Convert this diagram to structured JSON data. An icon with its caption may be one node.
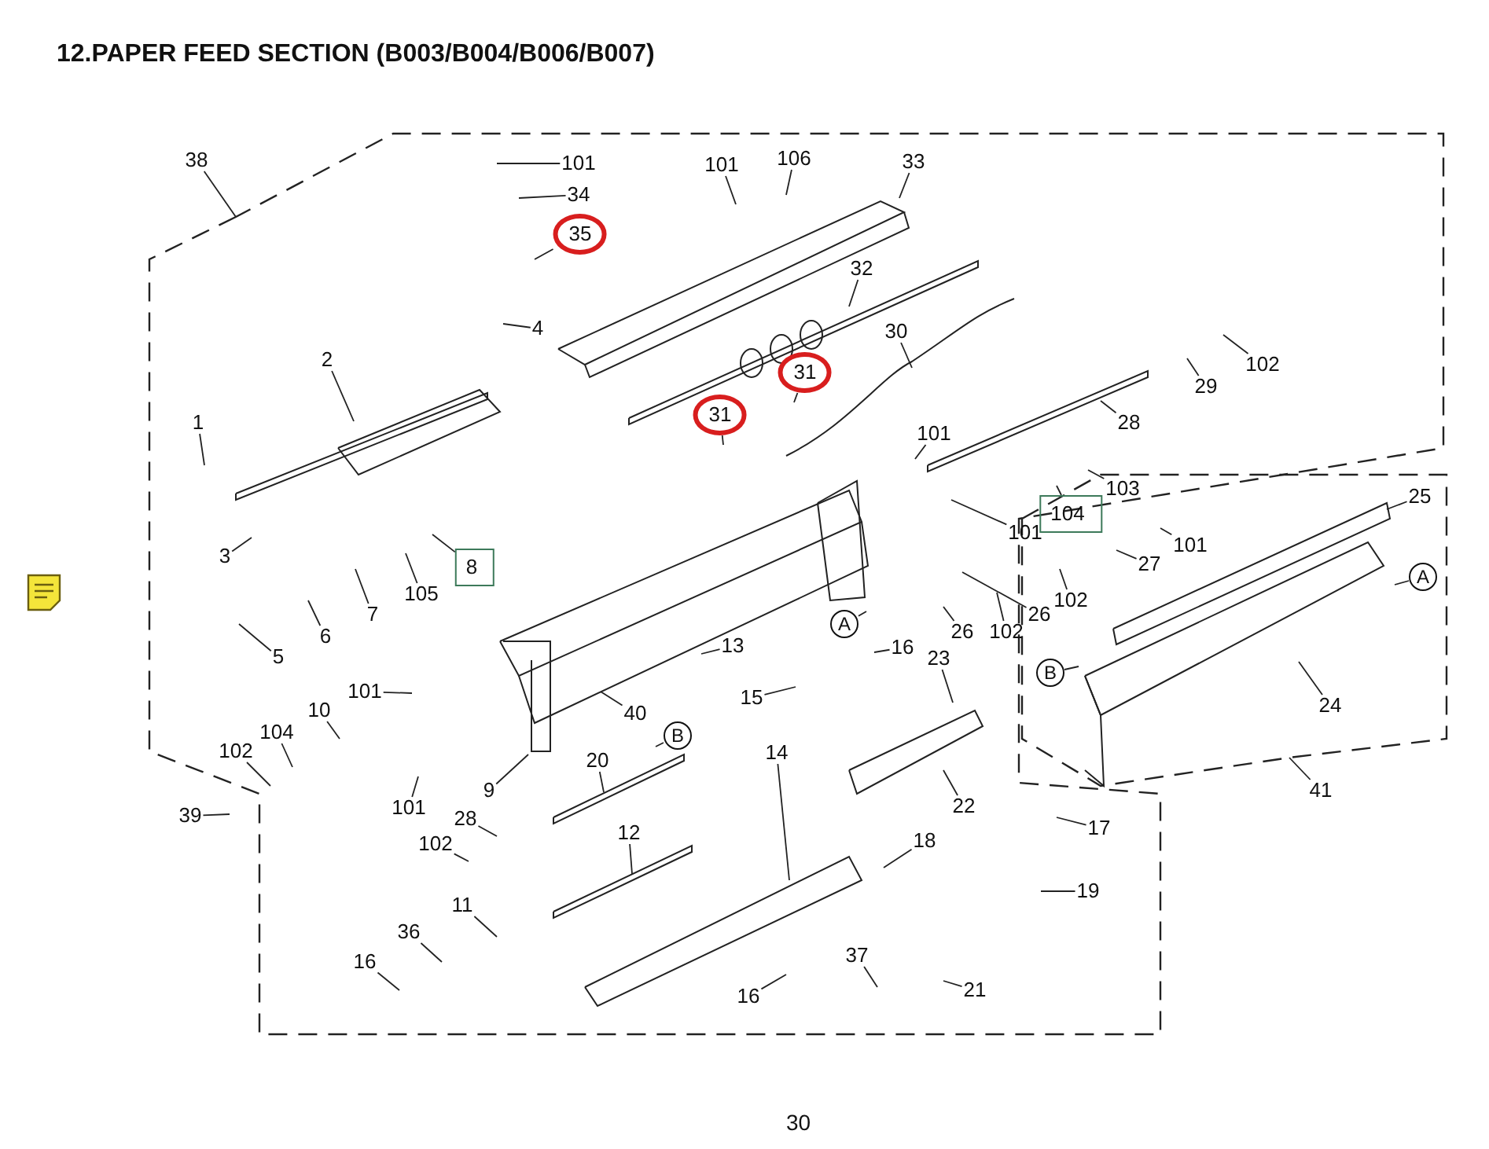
{
  "diagram": {
    "title": "12.PAPER FEED SECTION (B003/B004/B006/B007)",
    "nodes": [
      {
        "text": [
          "38"
        ]
      },
      {
        "text": [
          "101"
        ]
      },
      {
        "text": [
          "34"
        ]
      },
      {
        "text": [
          "35"
        ]
      },
      {
        "text": [
          "101"
        ]
      },
      {
        "text": [
          "106"
        ]
      },
      {
        "text": [
          "33"
        ]
      },
      {
        "text": [
          "32"
        ]
      },
      {
        "text": [
          "30"
        ]
      },
      {
        "text": [
          "31"
        ]
      },
      {
        "text": [
          "31"
        ]
      },
      {
        "text": [
          "29"
        ]
      },
      {
        "text": [
          "102"
        ]
      },
      {
        "text": [
          "28"
        ]
      },
      {
        "text": [
          "101"
        ]
      },
      {
        "text": [
          "103"
        ]
      },
      {
        "text": [
          "104"
        ]
      },
      {
        "text": [
          "101"
        ]
      },
      {
        "text": [
          "27"
        ]
      },
      {
        "text": [
          "101"
        ]
      },
      {
        "text": [
          "25"
        ]
      },
      {
        "text": [
          "102"
        ]
      },
      {
        "text": [
          "26"
        ]
      },
      {
        "text": [
          "102"
        ]
      },
      {
        "text": [
          "26"
        ]
      },
      {
        "text": [
          "A"
        ]
      },
      {
        "text": [
          "B"
        ]
      },
      {
        "text": [
          "24"
        ]
      },
      {
        "text": [
          "41"
        ]
      },
      {
        "text": [
          "2"
        ]
      },
      {
        "text": [
          "4"
        ]
      },
      {
        "text": [
          "1"
        ]
      },
      {
        "text": [
          "3"
        ]
      },
      {
        "text": [
          "8"
        ]
      },
      {
        "text": [
          "105"
        ]
      },
      {
        "text": [
          "7"
        ]
      },
      {
        "text": [
          "6"
        ]
      },
      {
        "text": [
          "5"
        ]
      },
      {
        "text": [
          "13"
        ]
      },
      {
        "text": [
          "A"
        ]
      },
      {
        "text": [
          "16"
        ]
      },
      {
        "text": [
          "15"
        ]
      },
      {
        "text": [
          "23"
        ]
      },
      {
        "text": [
          "101"
        ]
      },
      {
        "text": [
          "40"
        ]
      },
      {
        "text": [
          "B"
        ]
      },
      {
        "text": [
          "10"
        ]
      },
      {
        "text": [
          "104"
        ]
      },
      {
        "text": [
          "102"
        ]
      },
      {
        "text": [
          "39"
        ]
      },
      {
        "text": [
          "101"
        ]
      },
      {
        "text": [
          "9"
        ]
      },
      {
        "text": [
          "20"
        ]
      },
      {
        "text": [
          "14"
        ]
      },
      {
        "text": [
          "22"
        ]
      },
      {
        "text": [
          "17"
        ]
      },
      {
        "text": [
          "18"
        ]
      },
      {
        "text": [
          "28"
        ]
      },
      {
        "text": [
          "102"
        ]
      },
      {
        "text": [
          "12"
        ]
      },
      {
        "text": [
          "19"
        ]
      },
      {
        "text": [
          "11"
        ]
      },
      {
        "text": [
          "36"
        ]
      },
      {
        "text": [
          "16"
        ]
      },
      {
        "text": [
          "37"
        ]
      },
      {
        "text": [
          "21"
        ]
      },
      {
        "text": [
          "16"
        ]
      }
    ],
    "edges": [
      {
        "from": 0,
        "to": null,
        "arrow": "none"
      },
      {
        "from": 1,
        "to": null,
        "arrow": "none"
      },
      {
        "from": 2,
        "to": null,
        "arrow": "none"
      },
      {
        "from": 3,
        "to": null,
        "arrow": "none"
      },
      {
        "from": 4,
        "to": null,
        "arrow": "none"
      },
      {
        "from": 5,
        "to": null,
        "arrow": "none"
      },
      {
        "from": 6,
        "to": null,
        "arrow": "none"
      },
      {
        "from": 7,
        "to": null,
        "arrow": "none"
      },
      {
        "from": 8,
        "to": null,
        "arrow": "none"
      },
      {
        "from": 9,
        "to": null,
        "arrow": "none"
      },
      {
        "from": 10,
        "to": null,
        "arrow": "none"
      },
      {
        "from": 11,
        "to": null,
        "arrow": "none"
      },
      {
        "from": 12,
        "to": null,
        "arrow": "none"
      },
      {
        "from": 13,
        "to": null,
        "arrow": "none"
      },
      {
        "from": 14,
        "to": null,
        "arrow": "none"
      },
      {
        "from": 15,
        "to": null,
        "arrow": "none"
      },
      {
        "from": 16,
        "to": null,
        "arrow": "none"
      },
      {
        "from": 17,
        "to": null,
        "arrow": "none"
      },
      {
        "from": 18,
        "to": null,
        "arrow": "none"
      },
      {
        "from": 19,
        "to": null,
        "arrow": "none"
      },
      {
        "from": 20,
        "to": null,
        "arrow": "none"
      },
      {
        "from": 21,
        "to": null,
        "arrow": "none"
      },
      {
        "from": 22,
        "to": null,
        "arrow": "none"
      },
      {
        "from": 23,
        "to": null,
        "arrow": "none"
      },
      {
        "from": 24,
        "to": null,
        "arrow": "none"
      },
      {
        "from": 25,
        "to": null,
        "arrow": "none"
      },
      {
        "from": 26,
        "to": null,
        "arrow": "none"
      },
      {
        "from": 27,
        "to": null,
        "arrow": "none"
      },
      {
        "from": 28,
        "to": null,
        "arrow": "none"
      },
      {
        "from": 29,
        "to": null,
        "arrow": "none"
      },
      {
        "from": 30,
        "to": null,
        "arrow": "none"
      },
      {
        "from": 31,
        "to": null,
        "arrow": "none"
      },
      {
        "from": 32,
        "to": null,
        "arrow": "none"
      },
      {
        "from": 33,
        "to": null,
        "arrow": "none"
      },
      {
        "from": 34,
        "to": null,
        "arrow": "none"
      },
      {
        "from": 35,
        "to": null,
        "arrow": "none"
      },
      {
        "from": 36,
        "to": null,
        "arrow": "none"
      },
      {
        "from": 37,
        "to": null,
        "arrow": "none"
      },
      {
        "from": 38,
        "to": null,
        "arrow": "none"
      },
      {
        "from": 39,
        "to": null,
        "arrow": "none"
      },
      {
        "from": 40,
        "to": null,
        "arrow": "none"
      },
      {
        "from": 41,
        "to": null,
        "arrow": "none"
      },
      {
        "from": 42,
        "to": null,
        "arrow": "none"
      },
      {
        "from": 43,
        "to": null,
        "arrow": "none"
      },
      {
        "from": 44,
        "to": null,
        "arrow": "none"
      },
      {
        "from": 45,
        "to": null,
        "arrow": "none"
      },
      {
        "from": 46,
        "to": null,
        "arrow": "none"
      },
      {
        "from": 47,
        "to": null,
        "arrow": "none"
      },
      {
        "from": 48,
        "to": null,
        "arrow": "none"
      },
      {
        "from": 49,
        "to": null,
        "arrow": "none"
      },
      {
        "from": 50,
        "to": null,
        "arrow": "none"
      },
      {
        "from": 51,
        "to": null,
        "arrow": "none"
      },
      {
        "from": 52,
        "to": null,
        "arrow": "none"
      },
      {
        "from": 53,
        "to": null,
        "arrow": "none"
      },
      {
        "from": 54,
        "to": null,
        "arrow": "none"
      },
      {
        "from": 55,
        "to": null,
        "arrow": "none"
      },
      {
        "from": 56,
        "to": null,
        "arrow": "none"
      },
      {
        "from": 57,
        "to": null,
        "arrow": "none"
      },
      {
        "from": 58,
        "to": null,
        "arrow": "none"
      },
      {
        "from": 59,
        "to": null,
        "arrow": "none"
      },
      {
        "from": 60,
        "to": null,
        "arrow": "none"
      },
      {
        "from": 61,
        "to": null,
        "arrow": "none"
      },
      {
        "from": 62,
        "to": null,
        "arrow": "none"
      },
      {
        "from": 63,
        "to": null,
        "arrow": "none"
      },
      {
        "from": 64,
        "to": null,
        "arrow": "none"
      },
      {
        "from": 65,
        "to": null,
        "arrow": "none"
      },
      {
        "from": 66,
        "to": null,
        "arrow": "none"
      }
    ],
    "labels": [
      "30"
    ]
  }
}
